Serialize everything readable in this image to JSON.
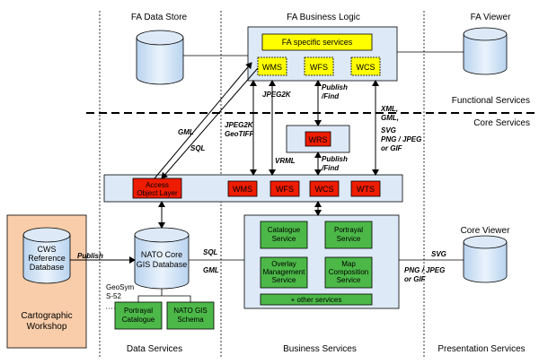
{
  "columns": {
    "fa_data_store": "FA Data Store",
    "fa_business_logic": "FA Business Logic",
    "fa_viewer": "FA Viewer"
  },
  "layers": {
    "functional_services": "Functional Services",
    "core_services": "Core Services"
  },
  "bottom": {
    "data_services": "Data Services",
    "business_services": "Business Services",
    "presentation_services": "Presentation Services"
  },
  "fa_specific_services": "FA specific services",
  "fa_services": [
    "WMS",
    "WFS",
    "WCS"
  ],
  "wrs": "WRS",
  "access_object_layer": [
    "Access",
    "Object Layer"
  ],
  "core_bar_services": [
    "WMS",
    "WFS",
    "WCS",
    "WTS"
  ],
  "business_boxes": {
    "catalogue": [
      "Catalogue",
      "Service"
    ],
    "portrayal": [
      "Portrayal",
      "Service"
    ],
    "overlay": [
      "Overlay",
      "Management",
      "Service"
    ],
    "map_composition": [
      "Map",
      "Composition",
      "Service"
    ],
    "other": "+ other services"
  },
  "nato_db": [
    "NATO Core",
    "GIS Database"
  ],
  "geosym": [
    "GeoSym",
    "S-52"
  ],
  "portrayal_catalogue": [
    "Portrayal",
    "Catalogue"
  ],
  "nato_gis_schema": [
    "NATO GIS",
    "Schema"
  ],
  "cws_db": [
    "CWS",
    "Reference",
    "Database"
  ],
  "cartographic_workshop": [
    "Cartographic",
    "Workshop"
  ],
  "core_viewer": "Core Viewer",
  "labels": {
    "jpeg2k": "JPEG2K",
    "publish_find": [
      "Publish",
      "/Find"
    ],
    "xml_gml": [
      "XML,",
      "GML,"
    ],
    "gml": "GML",
    "sql": "SQL",
    "jpeg2k_geotiff": [
      "JPEG2K",
      "GeoTIFF"
    ],
    "vrml": "VRML",
    "publish_find_2": [
      "Publish",
      "/Find"
    ],
    "svg_png": [
      "SVG",
      "PNG / JPEG",
      "or GIF"
    ],
    "publish": "Publish",
    "sql2": "SQL",
    "gml2": "GML",
    "svg2": "SVG",
    "png_jpeg_gif": [
      "PNG / JPEG",
      "or GIF"
    ]
  },
  "colors": {
    "light_blue": "#dde9f7",
    "yellow": "#ffff00",
    "red": "#ee1c00",
    "green": "#4cb848",
    "orange_bg": "#f9cda9"
  }
}
